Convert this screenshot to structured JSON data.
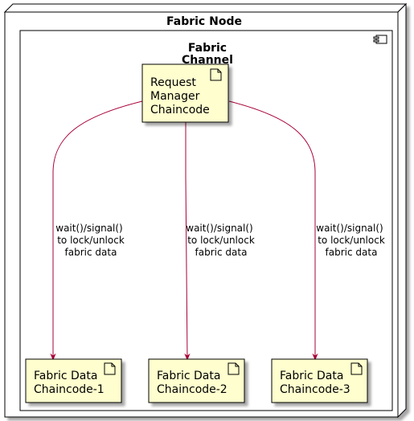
{
  "node": {
    "title": "Fabric Node"
  },
  "channel": {
    "title_line1": "Fabric",
    "title_line2": "Channel"
  },
  "request_manager": {
    "line1": "Request",
    "line2": "Manager",
    "line3": "Chaincode"
  },
  "data_chaincodes": [
    {
      "line1": "Fabric Data",
      "line2": "Chaincode-1"
    },
    {
      "line1": "Fabric Data",
      "line2": "Chaincode-2"
    },
    {
      "line1": "Fabric Data",
      "line2": "Chaincode-3"
    }
  ],
  "edges": [
    {
      "line1": "wait()/signal()",
      "line2": "to lock/unlock",
      "line3": "fabric data"
    },
    {
      "line1": "wait()/signal()",
      "line2": "to lock/unlock",
      "line3": "fabric data"
    },
    {
      "line1": "wait()/signal()",
      "line2": "to lock/unlock",
      "line3": "fabric data"
    }
  ],
  "colors": {
    "note_fill": "#FEFECE",
    "edge": "#A80036",
    "border": "#000000",
    "shadow": "#BBBBBB"
  },
  "icons": {
    "node": "3d-box-node-icon",
    "component": "component-icon",
    "artifact": "document-icon"
  }
}
